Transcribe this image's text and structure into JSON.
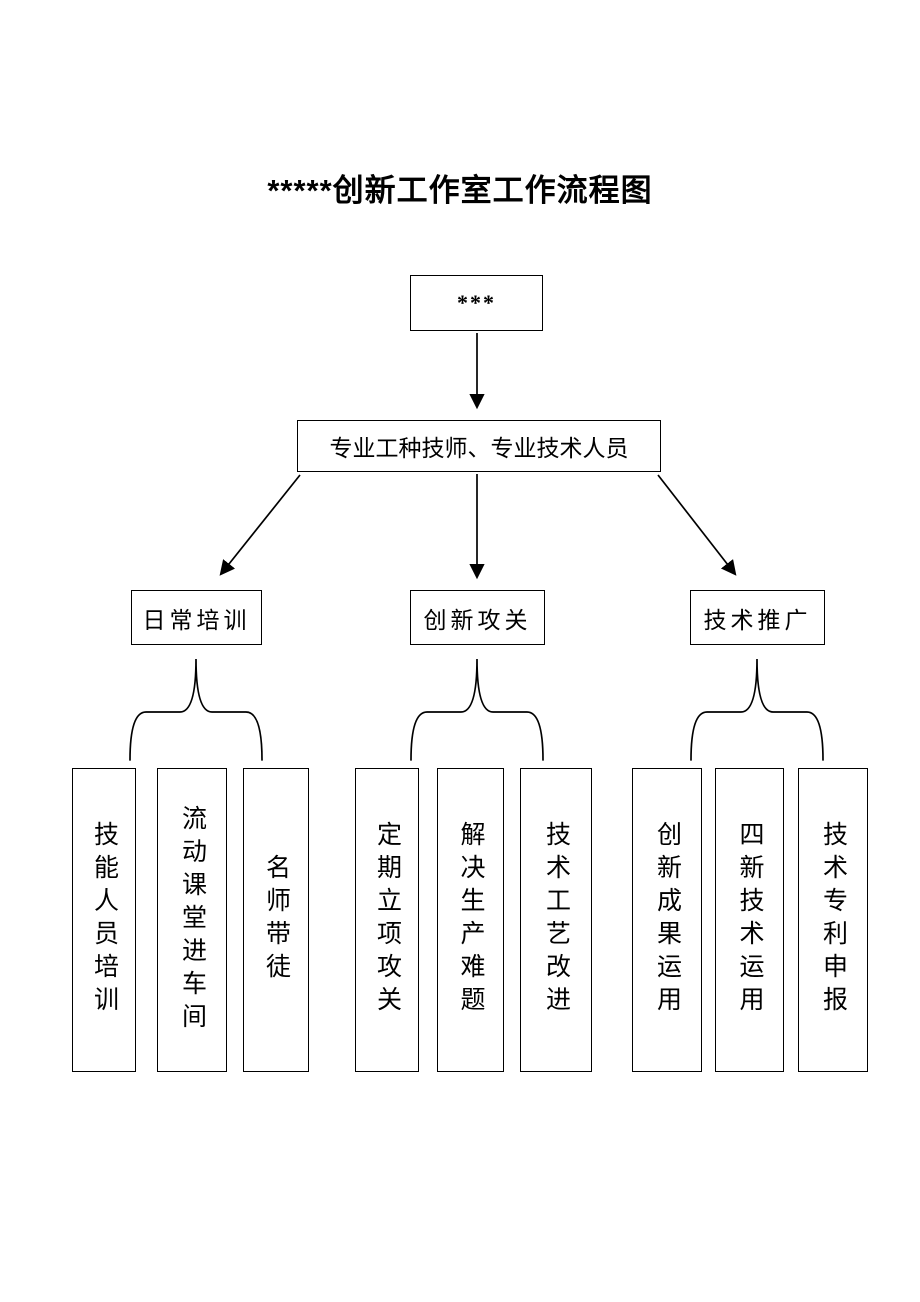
{
  "page": {
    "title": "*****创新工作室工作流程图"
  },
  "flow": {
    "root": "***",
    "level2": "专业工种技师、专业技术人员",
    "groups": [
      {
        "label": "日常培训",
        "children": [
          "技能人员培训",
          "流动课堂进车间",
          "名师带徒"
        ]
      },
      {
        "label": "创新攻关",
        "children": [
          "定期立项攻关",
          "解决生产难题",
          "技术工艺改进"
        ]
      },
      {
        "label": "技术推广",
        "children": [
          "创新成果运用",
          "四新技术运用",
          "技术专利申报"
        ]
      }
    ]
  }
}
